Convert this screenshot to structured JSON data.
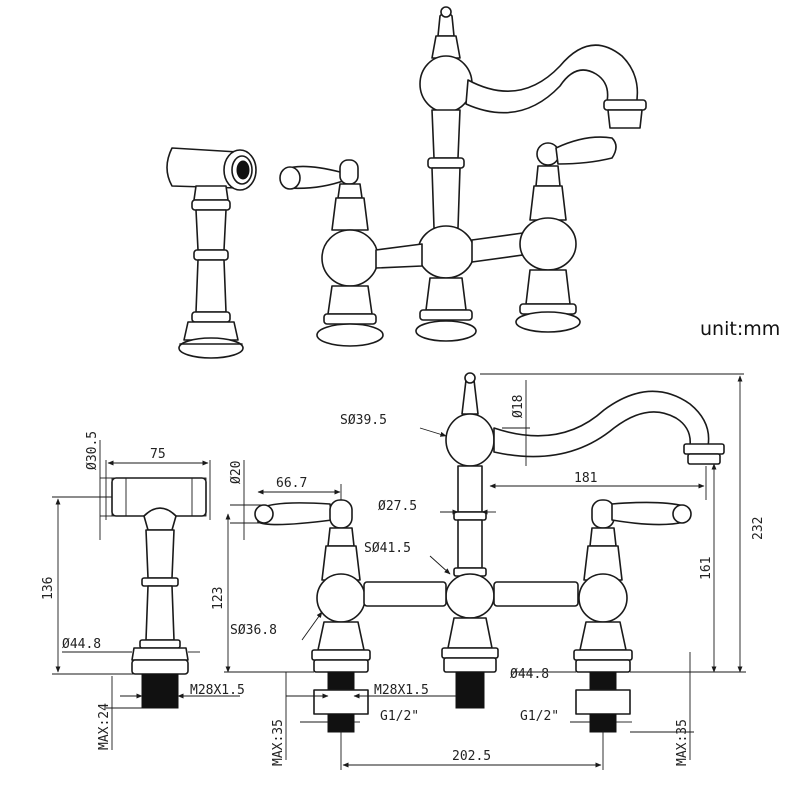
{
  "diagram": {
    "unit_label": "unit:mm",
    "dimensions": {
      "sprayer_head_dia": "Ø30.5",
      "sprayer_length": "75",
      "sprayer_height": "136",
      "sprayer_base_dia": "Ø44.8",
      "sprayer_thread": "M28X1.5",
      "sprayer_max": "MAX:24",
      "handle_dia": "Ø20",
      "handle_length": "66.7",
      "handle_height": "123",
      "handle_body_dia": "SØ36.8",
      "valve_thread": "M28X1.5",
      "valve_conn": "G1/2\"",
      "valve_max": "MAX:35",
      "finial_dia": "SØ39.5",
      "spout_dia": "Ø18",
      "spout_reach": "181",
      "neck_dia": "Ø27.5",
      "body_dia": "SØ41.5",
      "total_height": "232",
      "spout_height": "161",
      "right_base_dia": "Ø44.8",
      "right_conn": "G1/2\"",
      "right_max": "MAX:35",
      "center_spacing": "202.5"
    }
  }
}
